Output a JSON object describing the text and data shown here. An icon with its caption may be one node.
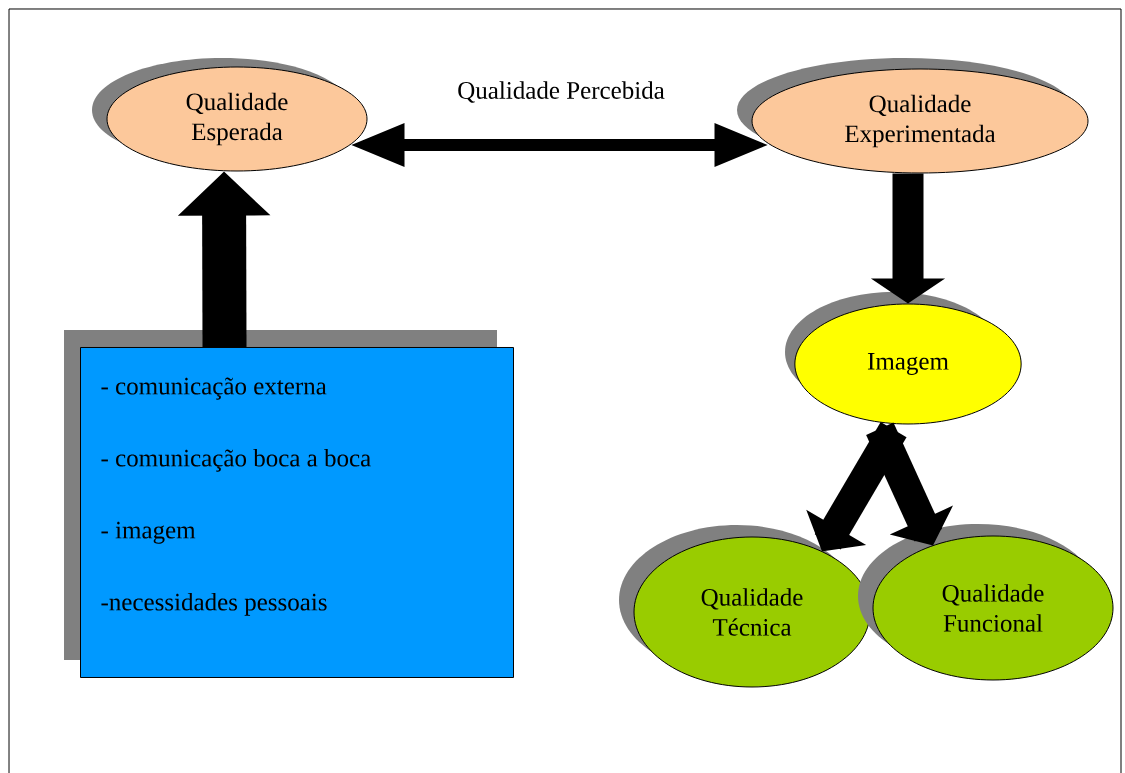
{
  "diagram": {
    "nodes": [
      {
        "text": [
          "Qualidade Esperada"
        ]
      },
      {
        "text": [
          "Qualidade Experimentada"
        ]
      },
      {
        "text": [
          "Imagem"
        ]
      },
      {
        "text": [
          "- comunicação externa",
          "- comunicação boca a boca",
          "- imagem",
          "-necessidades pessoais"
        ]
      },
      {
        "text": [
          "Qualidade Técnica"
        ]
      },
      {
        "text": [
          "Qualidade Funcional"
        ]
      }
    ],
    "edges": [
      {
        "from": 0,
        "to": 1,
        "arrow": "both",
        "label": "Qualidade Percebida"
      },
      {
        "from": 3,
        "to": 0,
        "arrow": "to"
      },
      {
        "from": 1,
        "to": 2,
        "arrow": "to"
      },
      {
        "from": 2,
        "to": 4,
        "arrow": "to"
      },
      {
        "from": 2,
        "to": 5,
        "arrow": "to"
      }
    ]
  }
}
